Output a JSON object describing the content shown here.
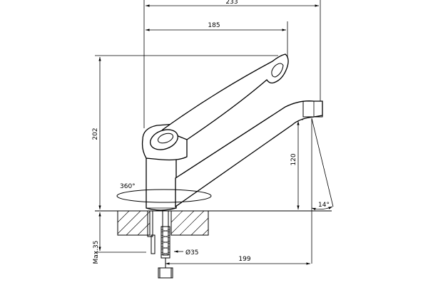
{
  "drawing": {
    "subject": "single lever mixer tap",
    "dimensions": {
      "overall_width": "233",
      "handle_reach": "185",
      "height": "202",
      "spout_height": "120",
      "swivel": "360°",
      "spout_angle": "14°",
      "hole_diameter": "Ø35",
      "spout_reach": "199",
      "max_thickness": "Max.35"
    }
  }
}
